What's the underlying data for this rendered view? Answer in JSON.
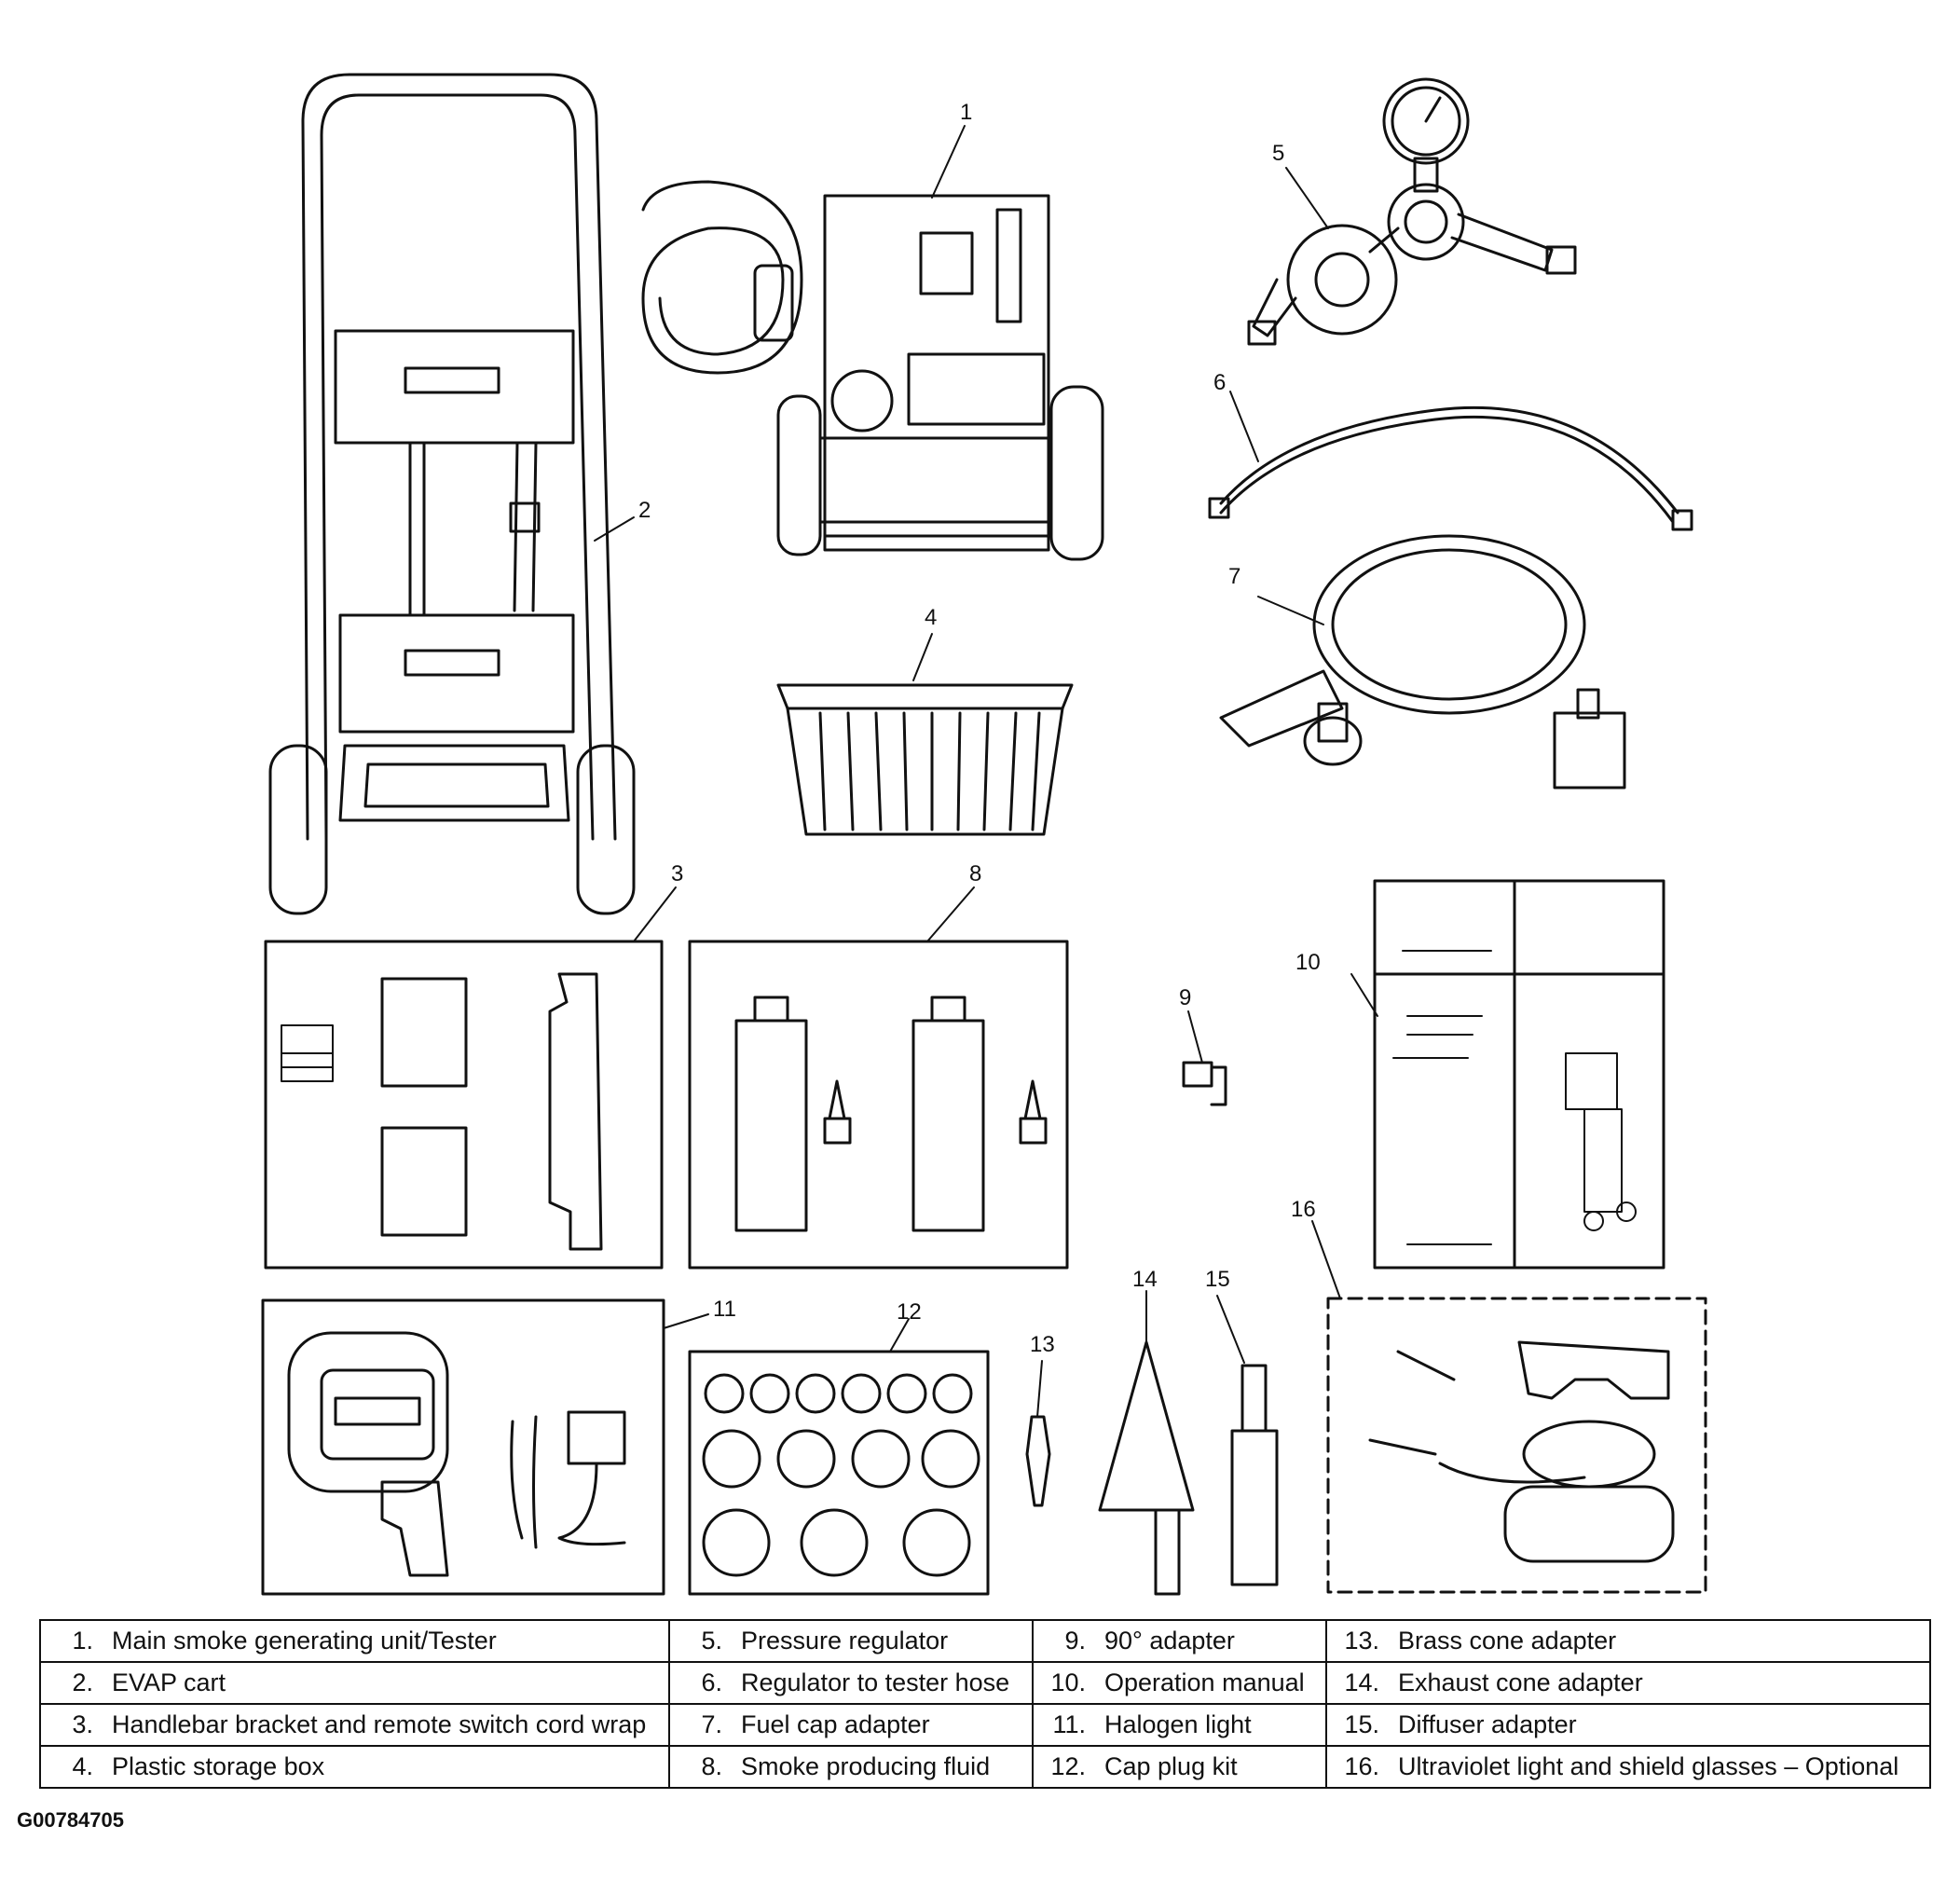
{
  "figure": {
    "code": "G00784705",
    "callouts": [
      "1",
      "2",
      "3",
      "4",
      "5",
      "6",
      "7",
      "8",
      "9",
      "10",
      "11",
      "12",
      "13",
      "14",
      "15",
      "16"
    ]
  },
  "legend": {
    "items": [
      {
        "num": "1.",
        "label": "Main smoke generating unit/Tester"
      },
      {
        "num": "2.",
        "label": "EVAP cart"
      },
      {
        "num": "3.",
        "label": "Handlebar bracket and remote switch cord wrap"
      },
      {
        "num": "4.",
        "label": "Plastic storage box"
      },
      {
        "num": "5.",
        "label": "Pressure regulator"
      },
      {
        "num": "6.",
        "label": "Regulator to tester hose"
      },
      {
        "num": "7.",
        "label": "Fuel cap adapter"
      },
      {
        "num": "8.",
        "label": "Smoke producing fluid"
      },
      {
        "num": "9.",
        "label": "90° adapter"
      },
      {
        "num": "10.",
        "label": "Operation manual"
      },
      {
        "num": "11.",
        "label": "Halogen light"
      },
      {
        "num": "12.",
        "label": "Cap plug kit"
      },
      {
        "num": "13.",
        "label": "Brass cone adapter"
      },
      {
        "num": "14.",
        "label": "Exhaust cone adapter"
      },
      {
        "num": "15.",
        "label": "Diffuser adapter"
      },
      {
        "num": "16.",
        "label": "Ultraviolet light and shield glasses – Optional"
      }
    ]
  }
}
